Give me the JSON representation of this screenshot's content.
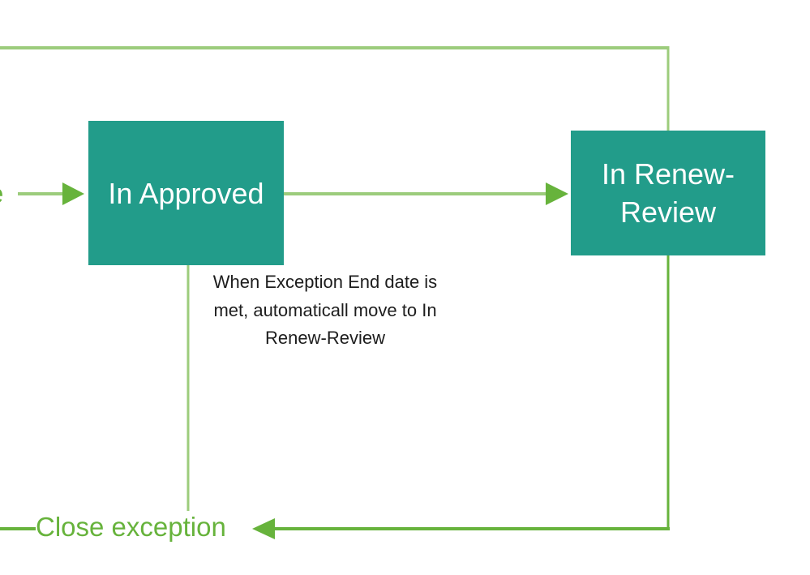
{
  "colors": {
    "node_fill": "#229c8a",
    "edge": "#9ccc7c",
    "edge_strong": "#67b33c",
    "node_text": "#ffffff",
    "annotation_text": "#1d1d1d"
  },
  "nodes": {
    "in_approved": "In Approved",
    "in_renew_review": "In Renew-Review"
  },
  "edge_labels": {
    "left_partial": "e",
    "close_exception": "Close exception"
  },
  "annotation": "When Exception End date is met, automaticall move to In Renew-Review"
}
